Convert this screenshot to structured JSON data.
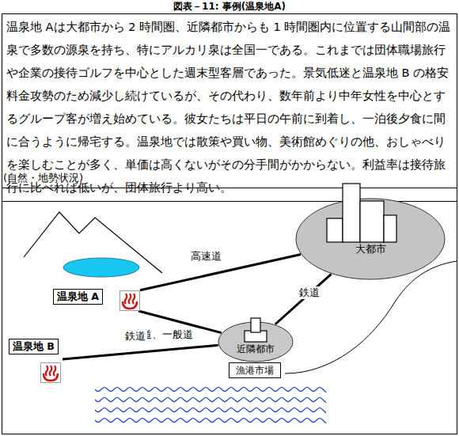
{
  "diagram": {
    "title": "図表－11: 事例(温泉地A)",
    "nodes": [
      {
        "text": [
          "温泉地 Aは大都市から 2 時間圏、近隣都市からも 1 時間圏内に位置する山間部の温泉で多数の源泉を持ち、特にアルカリ泉は全国一である。これまでは団体職場旅行や企業の接待ゴルフを中心とした週末型客層であった。景気低迷と温泉地 B の格安料金攻勢のため減少し続けているが、その代わり、数年前より中年女性を中心とするグループ客が増え始めている。彼女たちは平日の午前に到着し、一泊後夕食に間に合うように帰宅する。温泉地では散策や買い物、美術館めぐりの他、おしゃべりを楽しむことが多く、単価は高くないがその分手間がかからない。利益率は接待旅行に比べれば低いが、団体旅行より高い。"
        ]
      },
      {
        "text": [
          "(自然・地勢状況)"
        ]
      },
      {
        "text": [
          "大都市"
        ],
        "in": 1
      },
      {
        "text": [
          "温泉地 A"
        ],
        "in": 1
      },
      {
        "text": [
          "近隣都市"
        ],
        "in": 1
      },
      {
        "text": [
          "温泉地 B"
        ],
        "in": 1
      },
      {
        "text": [
          "漁港市場"
        ],
        "in": 1
      }
    ],
    "edges": [
      {
        "from": 3,
        "to": 2,
        "label": "高速道",
        "arrow": "none"
      },
      {
        "from": 3,
        "to": 4,
        "label": "鉄道、一般道",
        "arrow": "none"
      },
      {
        "from": 5,
        "to": 4,
        "label": "鉄道",
        "arrow": "none"
      },
      {
        "from": 4,
        "to": 2,
        "label": "鉄道",
        "arrow": "none"
      }
    ]
  }
}
